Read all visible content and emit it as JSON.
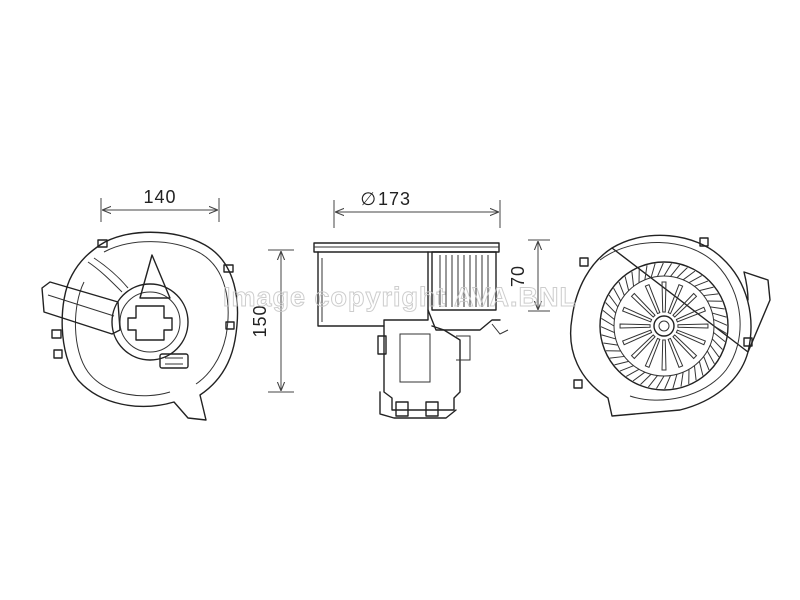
{
  "dimensions": {
    "width_left": "140",
    "diameter": "173",
    "height": "150",
    "depth": "70"
  },
  "diameter_symbol": "∅",
  "watermark": "Image copyright AVA.BNL"
}
